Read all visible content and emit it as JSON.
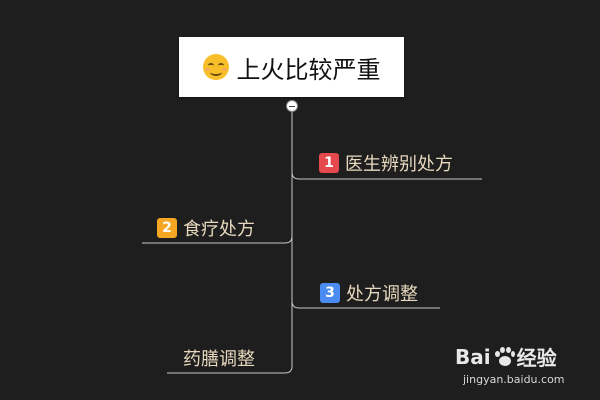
{
  "root": {
    "text": "上火比较严重",
    "icon": "smiley-icon"
  },
  "branches": [
    {
      "id": "doctor",
      "badge": "1",
      "badge_color": "#e5484d",
      "text": "医生辨别处方"
    },
    {
      "id": "diet",
      "badge": "2",
      "badge_color": "#f5a623",
      "text": "食疗处方"
    },
    {
      "id": "adjust",
      "badge": "3",
      "badge_color": "#4a8cf2",
      "text": "处方调整"
    },
    {
      "id": "medicinal",
      "badge": "",
      "text": "药膳调整"
    }
  ],
  "watermark": {
    "main_a": "Bai",
    "main_b": "经验",
    "sub": "jingyan.baidu.com"
  },
  "colors": {
    "background": "#1f1e1f",
    "line": "#c8c8c8",
    "text": "#e7d9bd"
  }
}
